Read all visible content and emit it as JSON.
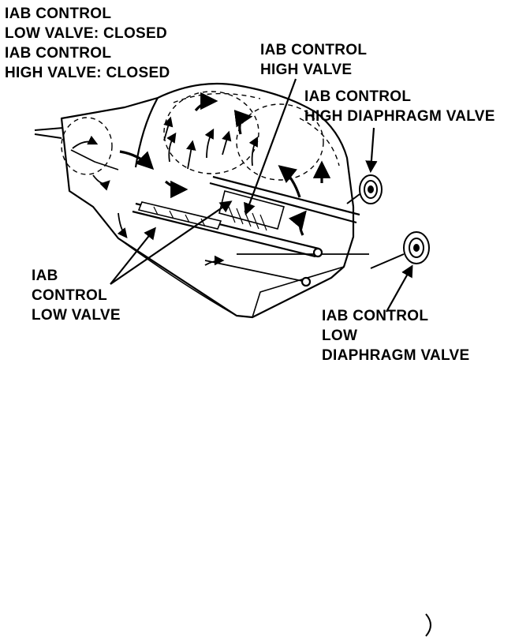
{
  "state_label": {
    "lines": [
      "IAB CONTROL",
      "LOW VALVE: CLOSED",
      "IAB CONTROL",
      "HIGH VALVE: CLOSED"
    ]
  },
  "callouts": {
    "high_valve": [
      "IAB CONTROL",
      "HIGH VALVE"
    ],
    "high_diaphragm_valve": [
      "IAB CONTROL",
      "HIGH DIAPHRAGM VALVE"
    ],
    "low_valve": [
      "IAB",
      "CONTROL",
      "LOW VALVE"
    ],
    "low_diaphragm_valve": [
      "IAB CONTROL",
      "LOW",
      "DIAPHRAGM VALVE"
    ]
  },
  "colors": {
    "ink": "#000000",
    "paper": "#ffffff"
  }
}
